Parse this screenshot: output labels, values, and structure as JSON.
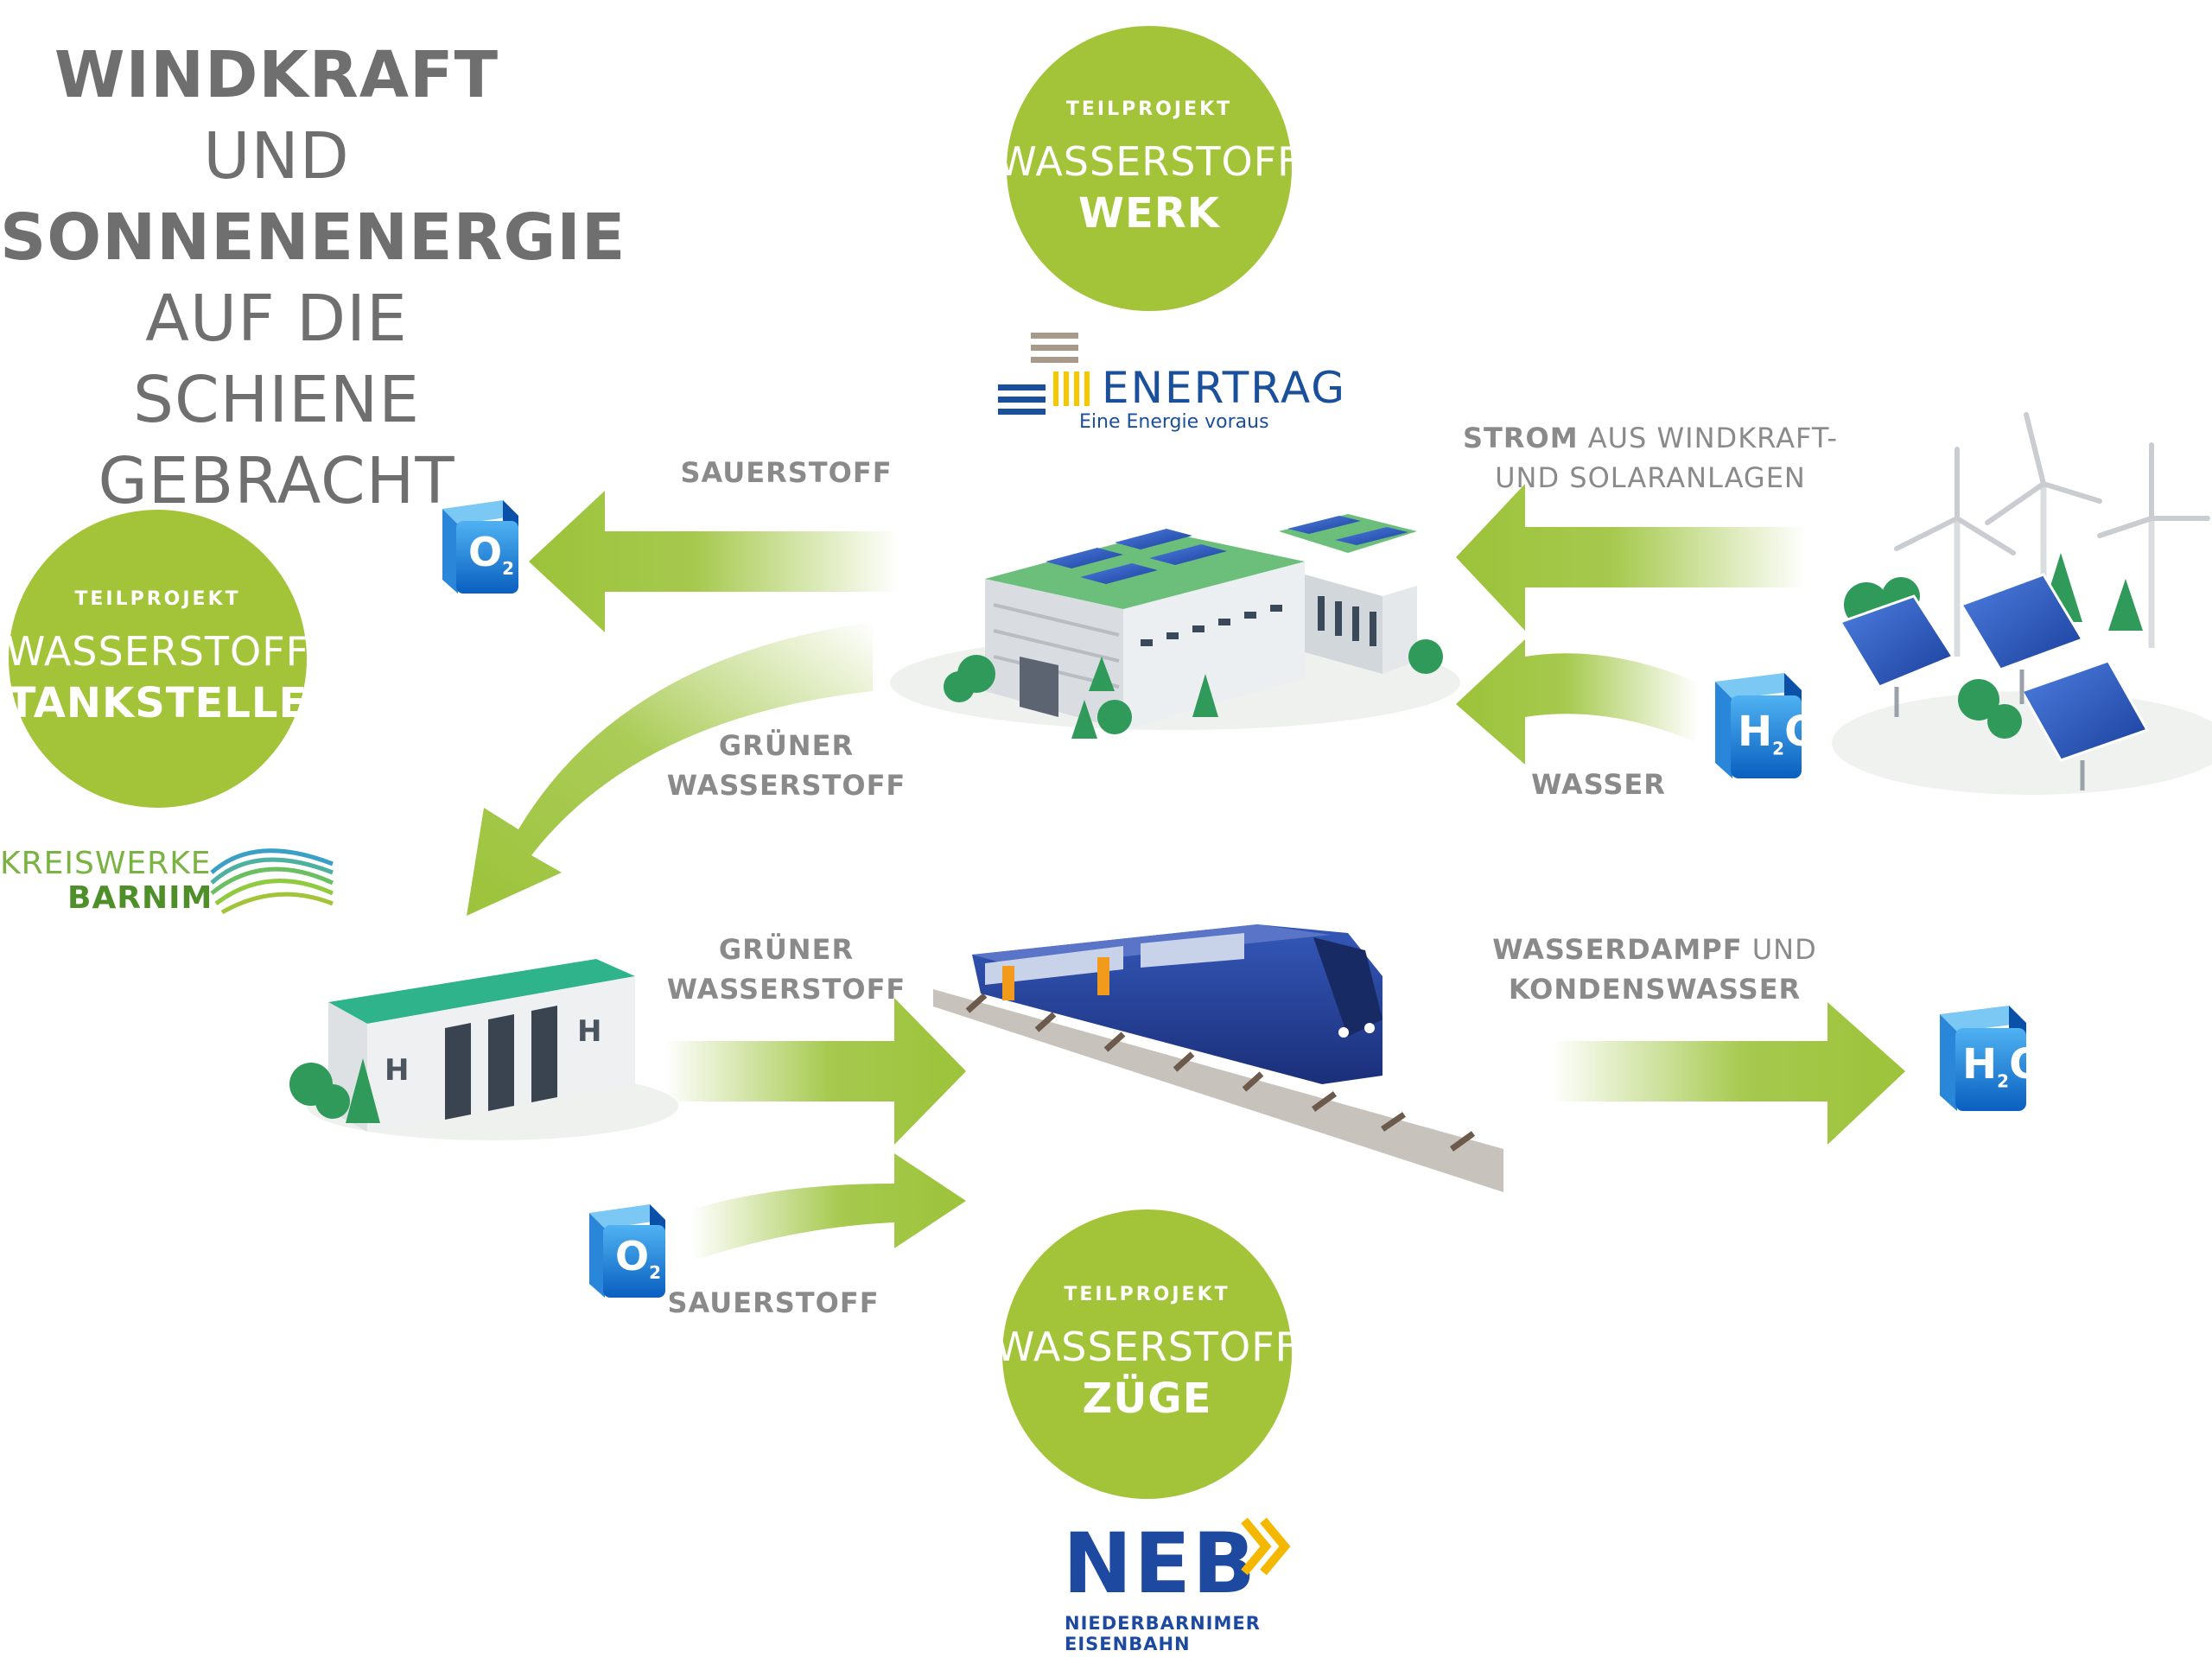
{
  "headline": {
    "line1_bold": "WINDKRAFT",
    "line1_rest": " UND",
    "line2": "SONNENENERGIE",
    "line3": "AUF DIE SCHIENE",
    "line4": "GEBRACHT"
  },
  "circles": {
    "werk": {
      "kicker": "TEILPROJEKT",
      "line1": "WASSERSTOFF",
      "line2": "WERK"
    },
    "tankstelle": {
      "kicker": "TEILPROJEKT",
      "line1": "WASSERSTOFF",
      "line2": "TANKSTELLE"
    },
    "zuege": {
      "kicker": "TEILPROJEKT",
      "line1": "WASSERSTOFF",
      "line2": "ZÜGE"
    }
  },
  "logos": {
    "enertrag": {
      "name": "ENERTRAG",
      "tagline": "Eine Energie voraus"
    },
    "kreiswerke": {
      "line1": "KREISWERKE",
      "line2": "BARNIM"
    },
    "neb": {
      "name": "NEB",
      "line1": "NIEDERBARNIMER",
      "line2": "EISENBAHN"
    }
  },
  "labels": {
    "sauerstoff_top": "SAUERSTOFF",
    "strom_bold": "STROM",
    "strom_rest": " AUS WINDKRAFT-",
    "strom_line2": "UND SOLARANLAGEN",
    "gruener_1_line1": "GRÜNER",
    "gruener_1_line2": "WASSERSTOFF",
    "wasser": "WASSER",
    "gruener_2_line1": "GRÜNER",
    "gruener_2_line2": "WASSERSTOFF",
    "dampf_bold": "WASSERDAMPF",
    "dampf_rest": " UND",
    "dampf_line2": "KONDENSWASSER",
    "sauerstoff_bottom": "SAUERSTOFF"
  },
  "molecules": {
    "o2": "O",
    "o2_sub": "2",
    "h2o_h": "H",
    "h2o_sub": "2",
    "h2o_o": "O"
  },
  "colors": {
    "accent_green": "#a3c439",
    "arrow_green": "#9cc33a",
    "text_grey": "#8a8a8a",
    "headline_grey": "#6f6f6f",
    "cube_blue": "#1f7fd6",
    "neb_blue": "#1d4aa0",
    "neb_yellow": "#f5b800",
    "enertrag_blue": "#1a4f9c"
  },
  "icons": {
    "factory": "hydrogen-plant-icon",
    "wind_solar": "wind-solar-farm-icon",
    "storage": "h2-storage-station-icon",
    "train": "hydrogen-train-icon"
  }
}
